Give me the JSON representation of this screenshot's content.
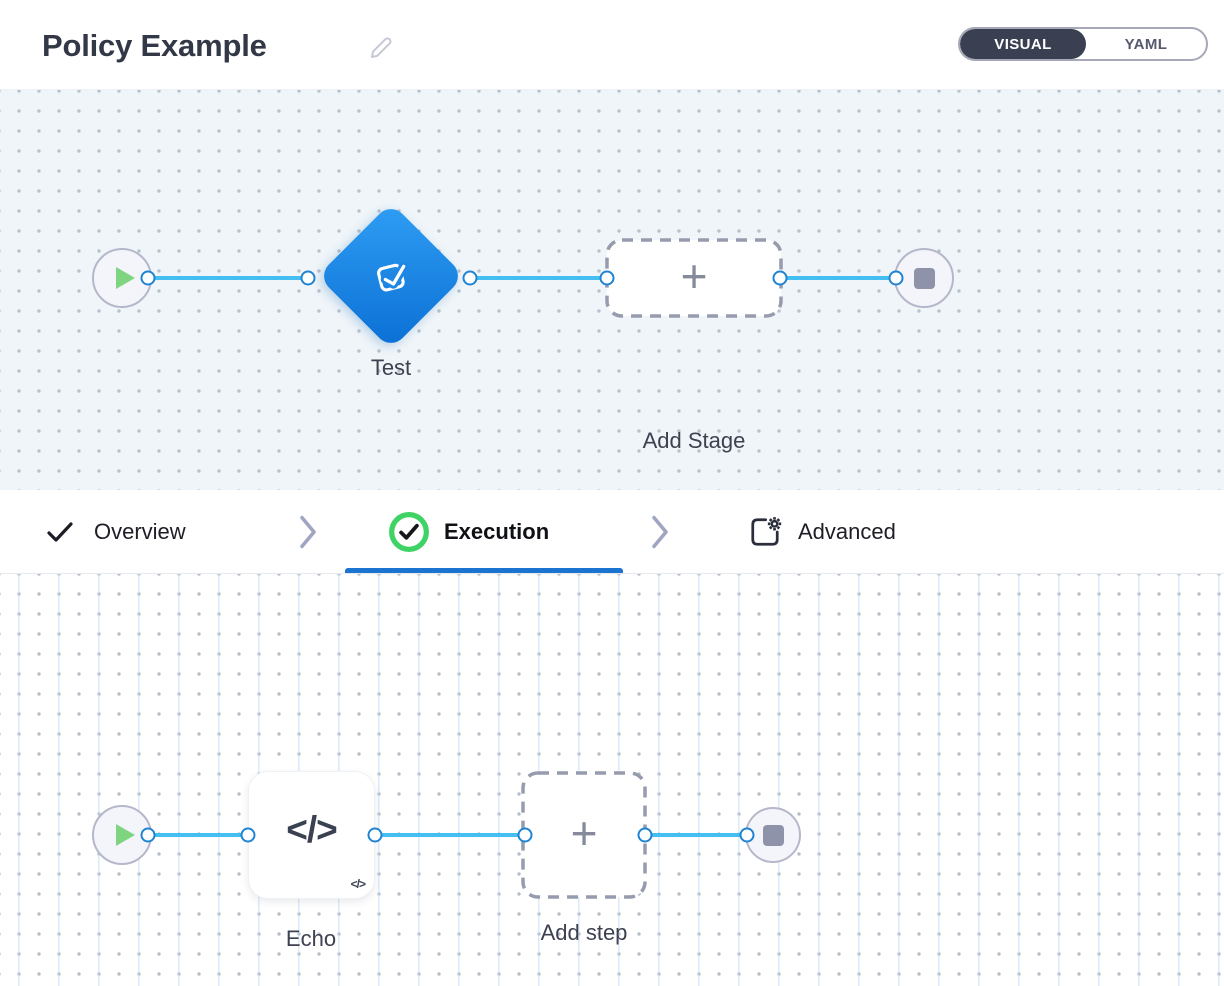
{
  "header": {
    "title": "Policy Example",
    "mode_toggle": {
      "visual_label": "VISUAL",
      "yaml_label": "YAML",
      "selected": "VISUAL"
    }
  },
  "stage_pipeline": {
    "stage_label": "Test",
    "add_stage_label": "Add Stage",
    "plus_glyph": "+"
  },
  "tab_bar": {
    "tabs": [
      {
        "label": "Overview",
        "icon": "check-icon",
        "state": "complete"
      },
      {
        "label": "Execution",
        "icon": "check-circle-icon",
        "state": "active"
      },
      {
        "label": "Advanced",
        "icon": "panel-gear-icon",
        "state": "default"
      }
    ],
    "active_tab": "Execution"
  },
  "step_pipeline": {
    "step_label": "Echo",
    "step_icon_glyph": "</>",
    "step_badge_glyph": "</>",
    "add_step_label": "Add step",
    "plus_glyph": "+"
  },
  "colors": {
    "accent_blue": "#1a74d0",
    "edge_blue": "#45bff2",
    "port_blue": "#1f83d3",
    "diamond_gradient_start": "#2f9ef4",
    "diamond_gradient_end": "#0b6fd4",
    "success_green": "#3fd264",
    "play_green": "#7ed47f",
    "canvas_stage_bg": "#eff5f9",
    "toggle_dark": "#3a3f52"
  }
}
